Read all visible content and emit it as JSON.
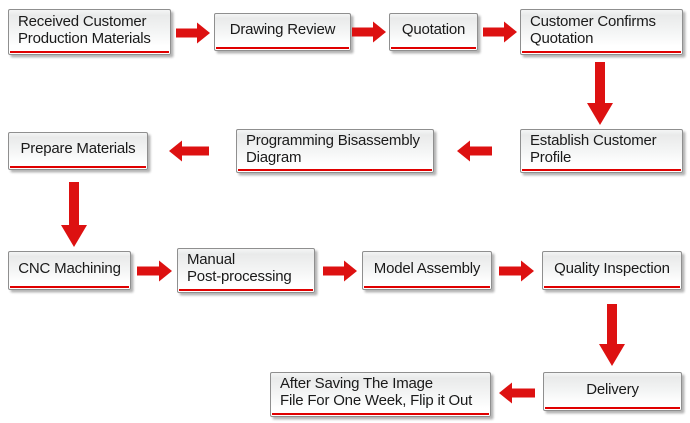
{
  "colors": {
    "arrow_red": "#dd1111",
    "line_red": "#e00000",
    "box_border": "#8f8f8f",
    "text": "#1a1a1a",
    "background": "#ffffff"
  },
  "nodes": [
    {
      "id": "received-materials",
      "label": "Received Customer\nProduction Materials"
    },
    {
      "id": "drawing-review",
      "label": "Drawing Review"
    },
    {
      "id": "quotation",
      "label": "Quotation"
    },
    {
      "id": "customer-confirms-quotation",
      "label": "Customer Confirms\nQuotation"
    },
    {
      "id": "establish-customer-profile",
      "label": "Establish Customer\nProfile"
    },
    {
      "id": "programming-bisassembly-diagram",
      "label": "Programming Bisassembly\nDiagram"
    },
    {
      "id": "prepare-materials",
      "label": "Prepare Materials"
    },
    {
      "id": "cnc-machining",
      "label": "CNC Machining"
    },
    {
      "id": "manual-post-processing",
      "label": "Manual\nPost-processing"
    },
    {
      "id": "model-assembly",
      "label": "Model Assembly"
    },
    {
      "id": "quality-inspection",
      "label": "Quality Inspection"
    },
    {
      "id": "delivery",
      "label": "Delivery"
    },
    {
      "id": "after-saving",
      "label": "After Saving The Image\nFile For One Week, Flip it Out"
    }
  ],
  "connections": [
    {
      "from": "received-materials",
      "to": "drawing-review",
      "direction": "right"
    },
    {
      "from": "drawing-review",
      "to": "quotation",
      "direction": "right"
    },
    {
      "from": "quotation",
      "to": "customer-confirms-quotation",
      "direction": "right"
    },
    {
      "from": "customer-confirms-quotation",
      "to": "establish-customer-profile",
      "direction": "down"
    },
    {
      "from": "establish-customer-profile",
      "to": "programming-bisassembly-diagram",
      "direction": "left"
    },
    {
      "from": "programming-bisassembly-diagram",
      "to": "prepare-materials",
      "direction": "left"
    },
    {
      "from": "prepare-materials",
      "to": "cnc-machining",
      "direction": "down"
    },
    {
      "from": "cnc-machining",
      "to": "manual-post-processing",
      "direction": "right"
    },
    {
      "from": "manual-post-processing",
      "to": "model-assembly",
      "direction": "right"
    },
    {
      "from": "model-assembly",
      "to": "quality-inspection",
      "direction": "right"
    },
    {
      "from": "quality-inspection",
      "to": "delivery",
      "direction": "down"
    },
    {
      "from": "delivery",
      "to": "after-saving",
      "direction": "left"
    }
  ]
}
